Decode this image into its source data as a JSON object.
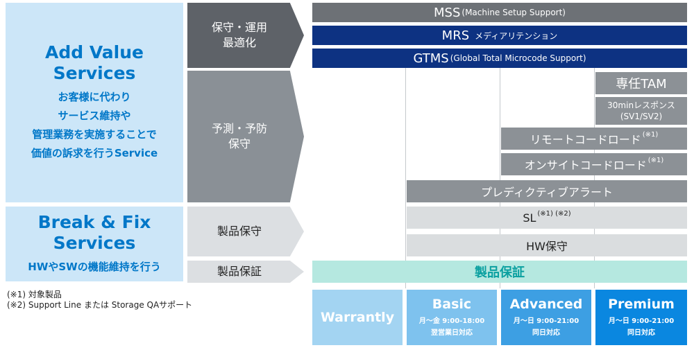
{
  "left_panels": {
    "add_value": {
      "title_line1": "Add Value",
      "title_line2": "Services",
      "desc": [
        "お客様に代わり",
        "サービス維持や",
        "管理業務を実施することで",
        "価値の訴求を行うService"
      ]
    },
    "break_fix": {
      "title_line1": "Break & Fix",
      "title_line2": "Services",
      "desc": "HWやSWの機能維持を行う"
    }
  },
  "categories": {
    "maint_ops": "保守・運用\n最適化",
    "predictive": "予測・予防\n保守",
    "product_maint": "製品保守",
    "product_warranty": "製品保証"
  },
  "services": {
    "mss": {
      "main": "MSS",
      "sub": "(Machine Setup Support)"
    },
    "mrs": {
      "main": "MRS",
      "sub": "メディアリテンション"
    },
    "gtms": {
      "main": "GTMS",
      "sub": "(Global Total Microcode Support)"
    },
    "tam": "専任TAM",
    "response_line1": "30minレスポンス",
    "response_line2": "(SV1/SV2)",
    "remote_codeload": {
      "text": "リモートコードロード",
      "note": "(※1)"
    },
    "onsite_codeload": {
      "text": "オンサイトコードロード",
      "note": "(※1)"
    },
    "predictive_alert": "プレディクティブアラート",
    "sl": {
      "text": "SL",
      "note": "(※1) (※2)"
    },
    "hw_maint": "HW保守",
    "warranty_bar": "製品保証"
  },
  "tiers": [
    {
      "name": "Warrantly",
      "hours": "",
      "coverage": "",
      "color": "#a3d4f2"
    },
    {
      "name": "Basic",
      "hours": "月〜金 9:00-18:00",
      "coverage": "翌営業日対応",
      "color": "#7ec2ee"
    },
    {
      "name": "Advanced",
      "hours": "月〜日 9:00-21:00",
      "coverage": "同日対応",
      "color": "#3d9fe3"
    },
    {
      "name": "Premium",
      "hours": "月〜日 9:00-21:00",
      "coverage": "同日対応",
      "color": "#0a87e0"
    }
  ],
  "notes": [
    "(※1) 対象製品",
    "(※2) Support Line または Storage QAサポート"
  ]
}
